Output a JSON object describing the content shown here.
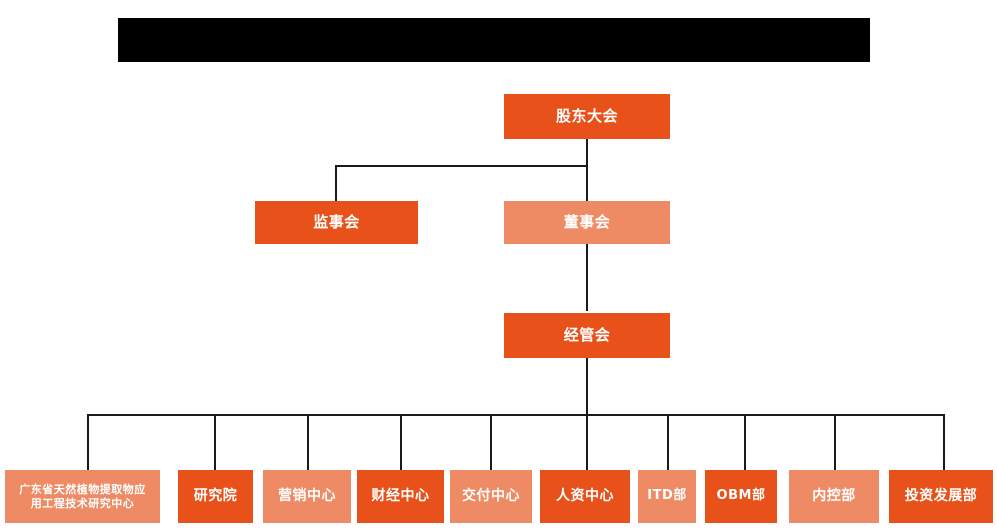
{
  "chart": {
    "title_bar": {
      "name": "redacted-title-bar",
      "text": ""
    },
    "palette": {
      "dark_orange": "#E8521A",
      "light_orange": "#EE8B65",
      "line": "#1a1a1a",
      "text": "#FFFFFF",
      "background": "#FFFFFF",
      "redaction": "#000000"
    },
    "levels": [
      {
        "level": 1,
        "nodes": [
          {
            "id": "shareholders-meeting",
            "label": "股东大会",
            "tone": "dark"
          }
        ]
      },
      {
        "level": 2,
        "nodes": [
          {
            "id": "board-of-supervisors",
            "label": "监事会",
            "tone": "dark"
          },
          {
            "id": "board-of-directors",
            "label": "董事会",
            "tone": "light"
          }
        ]
      },
      {
        "level": 3,
        "nodes": [
          {
            "id": "management-committee",
            "label": "经管会",
            "tone": "dark"
          }
        ]
      },
      {
        "level": 4,
        "nodes": [
          {
            "id": "gd-research-center",
            "label": "广东省天然植物提取物应\n用工程技术研究中心",
            "tone": "light"
          },
          {
            "id": "research-institute",
            "label": "研究院",
            "tone": "dark"
          },
          {
            "id": "marketing-center",
            "label": "营销中心",
            "tone": "light"
          },
          {
            "id": "finance-center",
            "label": "财经中心",
            "tone": "dark"
          },
          {
            "id": "delivery-center",
            "label": "交付中心",
            "tone": "light"
          },
          {
            "id": "hr-center",
            "label": "人资中心",
            "tone": "dark"
          },
          {
            "id": "itd-department",
            "label": "ITD部",
            "tone": "light"
          },
          {
            "id": "obm-department",
            "label": "OBM部",
            "tone": "dark"
          },
          {
            "id": "internal-control-department",
            "label": "内控部",
            "tone": "light"
          },
          {
            "id": "investment-development-department",
            "label": "投资发展部",
            "tone": "dark"
          }
        ]
      }
    ]
  }
}
